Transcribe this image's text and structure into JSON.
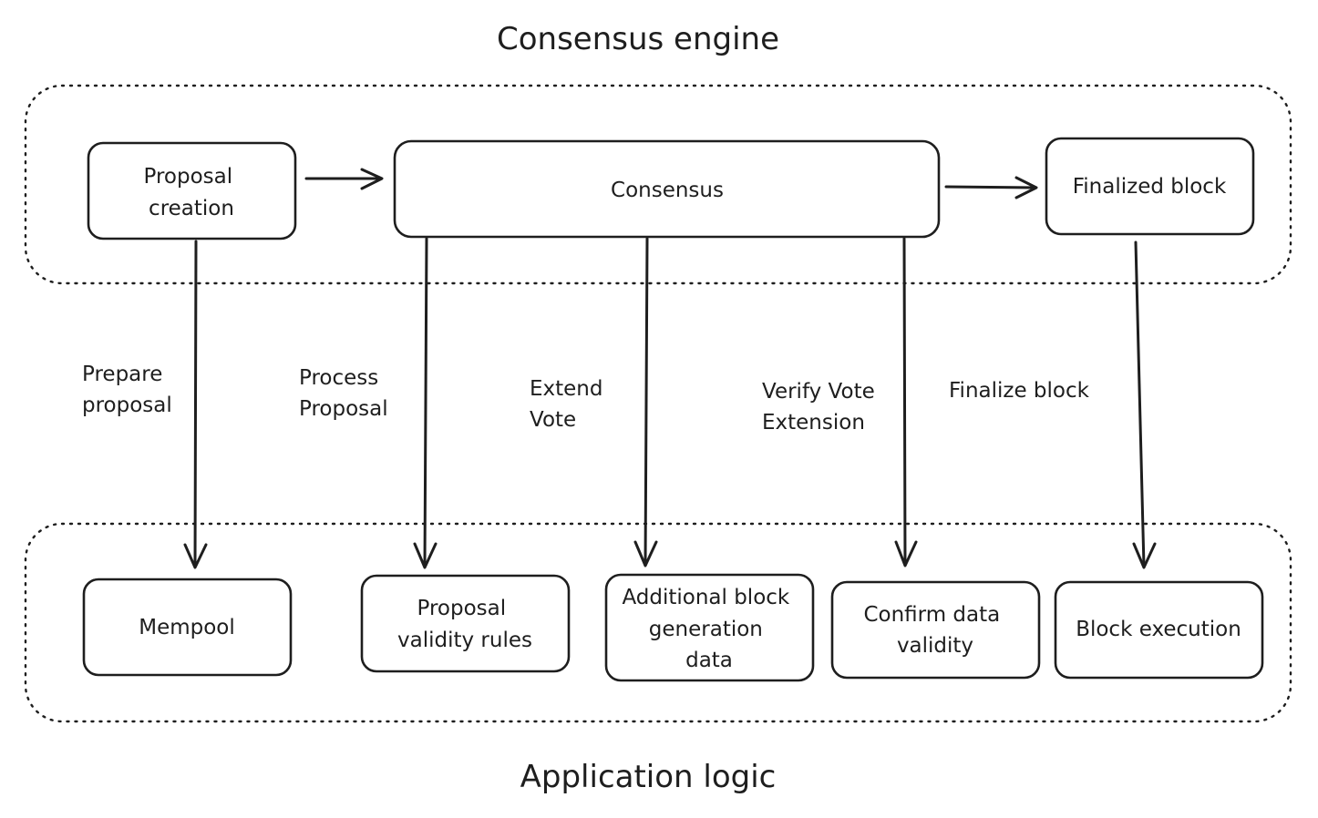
{
  "titles": {
    "consensus_engine": "Consensus engine",
    "application_logic": "Application logic"
  },
  "nodes": {
    "proposal_creation": [
      "Proposal",
      "creation"
    ],
    "consensus": [
      "Consensus"
    ],
    "finalized_block": [
      "Finalized block"
    ],
    "mempool": [
      "Mempool"
    ],
    "proposal_validity_rules": [
      "Proposal",
      "validity rules"
    ],
    "additional_block_generation_data": [
      "Additional block",
      "generation",
      "data"
    ],
    "confirm_data_validity": [
      "Confirm data",
      "validity"
    ],
    "block_execution": [
      "Block execution"
    ]
  },
  "edges": {
    "prepare_proposal": [
      "Prepare",
      "proposal"
    ],
    "process_proposal": [
      "Process",
      "Proposal"
    ],
    "extend_vote": [
      "Extend",
      "Vote"
    ],
    "verify_vote_extension": [
      "Verify Vote",
      "Extension"
    ],
    "finalize_block": [
      "Finalize block"
    ]
  },
  "colors": {
    "stroke": "#1e1e1e",
    "background": "#ffffff"
  }
}
